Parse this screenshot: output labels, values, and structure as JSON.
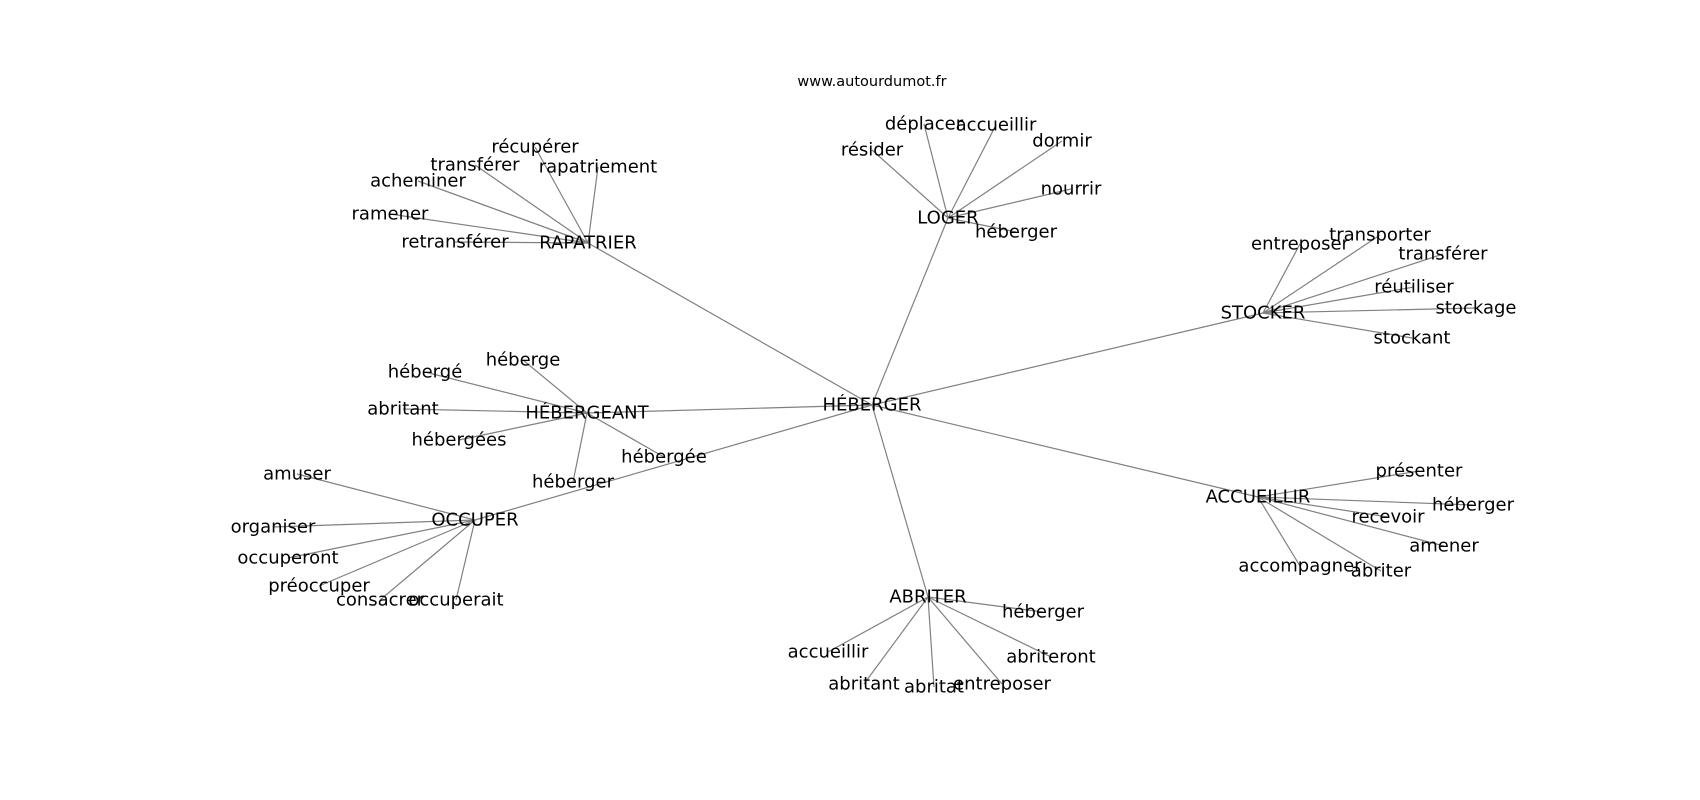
{
  "source": "www.autourdumot.fr",
  "center": "HÉBERGER",
  "groups": [
    {
      "word": "RAPATRIER",
      "leaves": [
        "récupérer",
        "transférer",
        "rapatriement",
        "acheminer",
        "ramener",
        "retransférer"
      ]
    },
    {
      "word": "LOGER",
      "leaves": [
        "déplacer",
        "accueillir",
        "dormir",
        "résider",
        "nourrir",
        "héberger"
      ]
    },
    {
      "word": "STOCKER",
      "leaves": [
        "entreposer",
        "transporter",
        "transférer",
        "réutiliser",
        "stockage",
        "stockant"
      ]
    },
    {
      "word": "HÉBERGEANT",
      "leaves": [
        "héberge",
        "hébergé",
        "abritant",
        "hébergées",
        "héberger",
        "hébergée"
      ]
    },
    {
      "word": "OCCUPER",
      "leaves": [
        "amuser",
        "organiser",
        "occuperont",
        "préoccuper",
        "consacrer",
        "occuperait"
      ]
    },
    {
      "word": "ABRITER",
      "leaves": [
        "héberger",
        "accueillir",
        "abriteront",
        "abritant",
        "abritat",
        "entreposer"
      ]
    },
    {
      "word": "ACCUEILLIR",
      "leaves": [
        "présenter",
        "héberger",
        "recevoir",
        "amener",
        "accompagner",
        "abriter"
      ]
    }
  ]
}
